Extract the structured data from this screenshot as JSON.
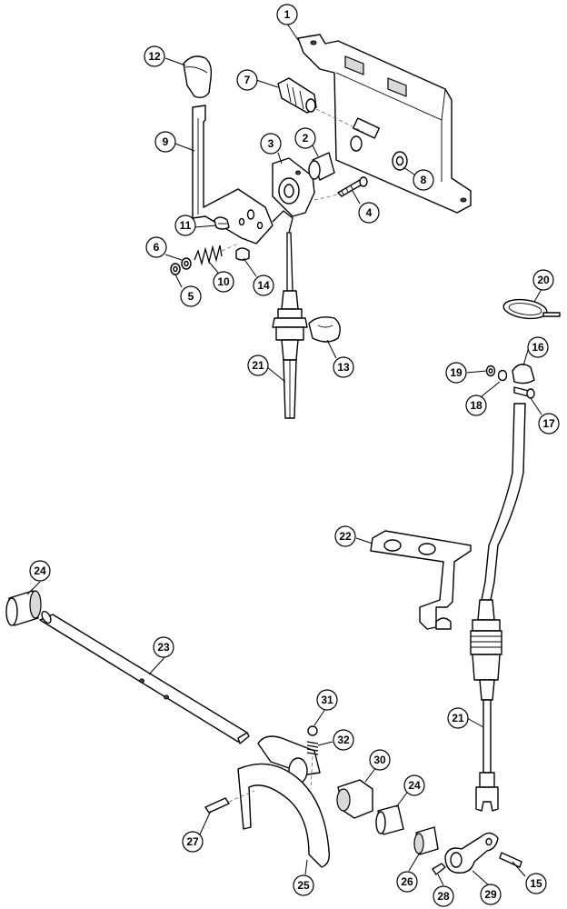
{
  "callouts": [
    {
      "id": "c1",
      "label": "1"
    },
    {
      "id": "c2",
      "label": "2"
    },
    {
      "id": "c3",
      "label": "3"
    },
    {
      "id": "c4",
      "label": "4"
    },
    {
      "id": "c5",
      "label": "5"
    },
    {
      "id": "c6",
      "label": "6"
    },
    {
      "id": "c7",
      "label": "7"
    },
    {
      "id": "c8",
      "label": "8"
    },
    {
      "id": "c9",
      "label": "9"
    },
    {
      "id": "c10",
      "label": "10"
    },
    {
      "id": "c11",
      "label": "11"
    },
    {
      "id": "c12",
      "label": "12"
    },
    {
      "id": "c13",
      "label": "13"
    },
    {
      "id": "c14",
      "label": "14"
    },
    {
      "id": "c15",
      "label": "15"
    },
    {
      "id": "c16",
      "label": "16"
    },
    {
      "id": "c17",
      "label": "17"
    },
    {
      "id": "c18",
      "label": "18"
    },
    {
      "id": "c19",
      "label": "19"
    },
    {
      "id": "c20",
      "label": "20"
    },
    {
      "id": "c21a",
      "label": "21"
    },
    {
      "id": "c21b",
      "label": "21"
    },
    {
      "id": "c22",
      "label": "22"
    },
    {
      "id": "c23",
      "label": "23"
    },
    {
      "id": "c24a",
      "label": "24"
    },
    {
      "id": "c24b",
      "label": "24"
    },
    {
      "id": "c25",
      "label": "25"
    },
    {
      "id": "c26",
      "label": "26"
    },
    {
      "id": "c27",
      "label": "27"
    },
    {
      "id": "c28",
      "label": "28"
    },
    {
      "id": "c29",
      "label": "29"
    },
    {
      "id": "c30",
      "label": "30"
    },
    {
      "id": "c31",
      "label": "31"
    },
    {
      "id": "c32",
      "label": "32"
    }
  ]
}
